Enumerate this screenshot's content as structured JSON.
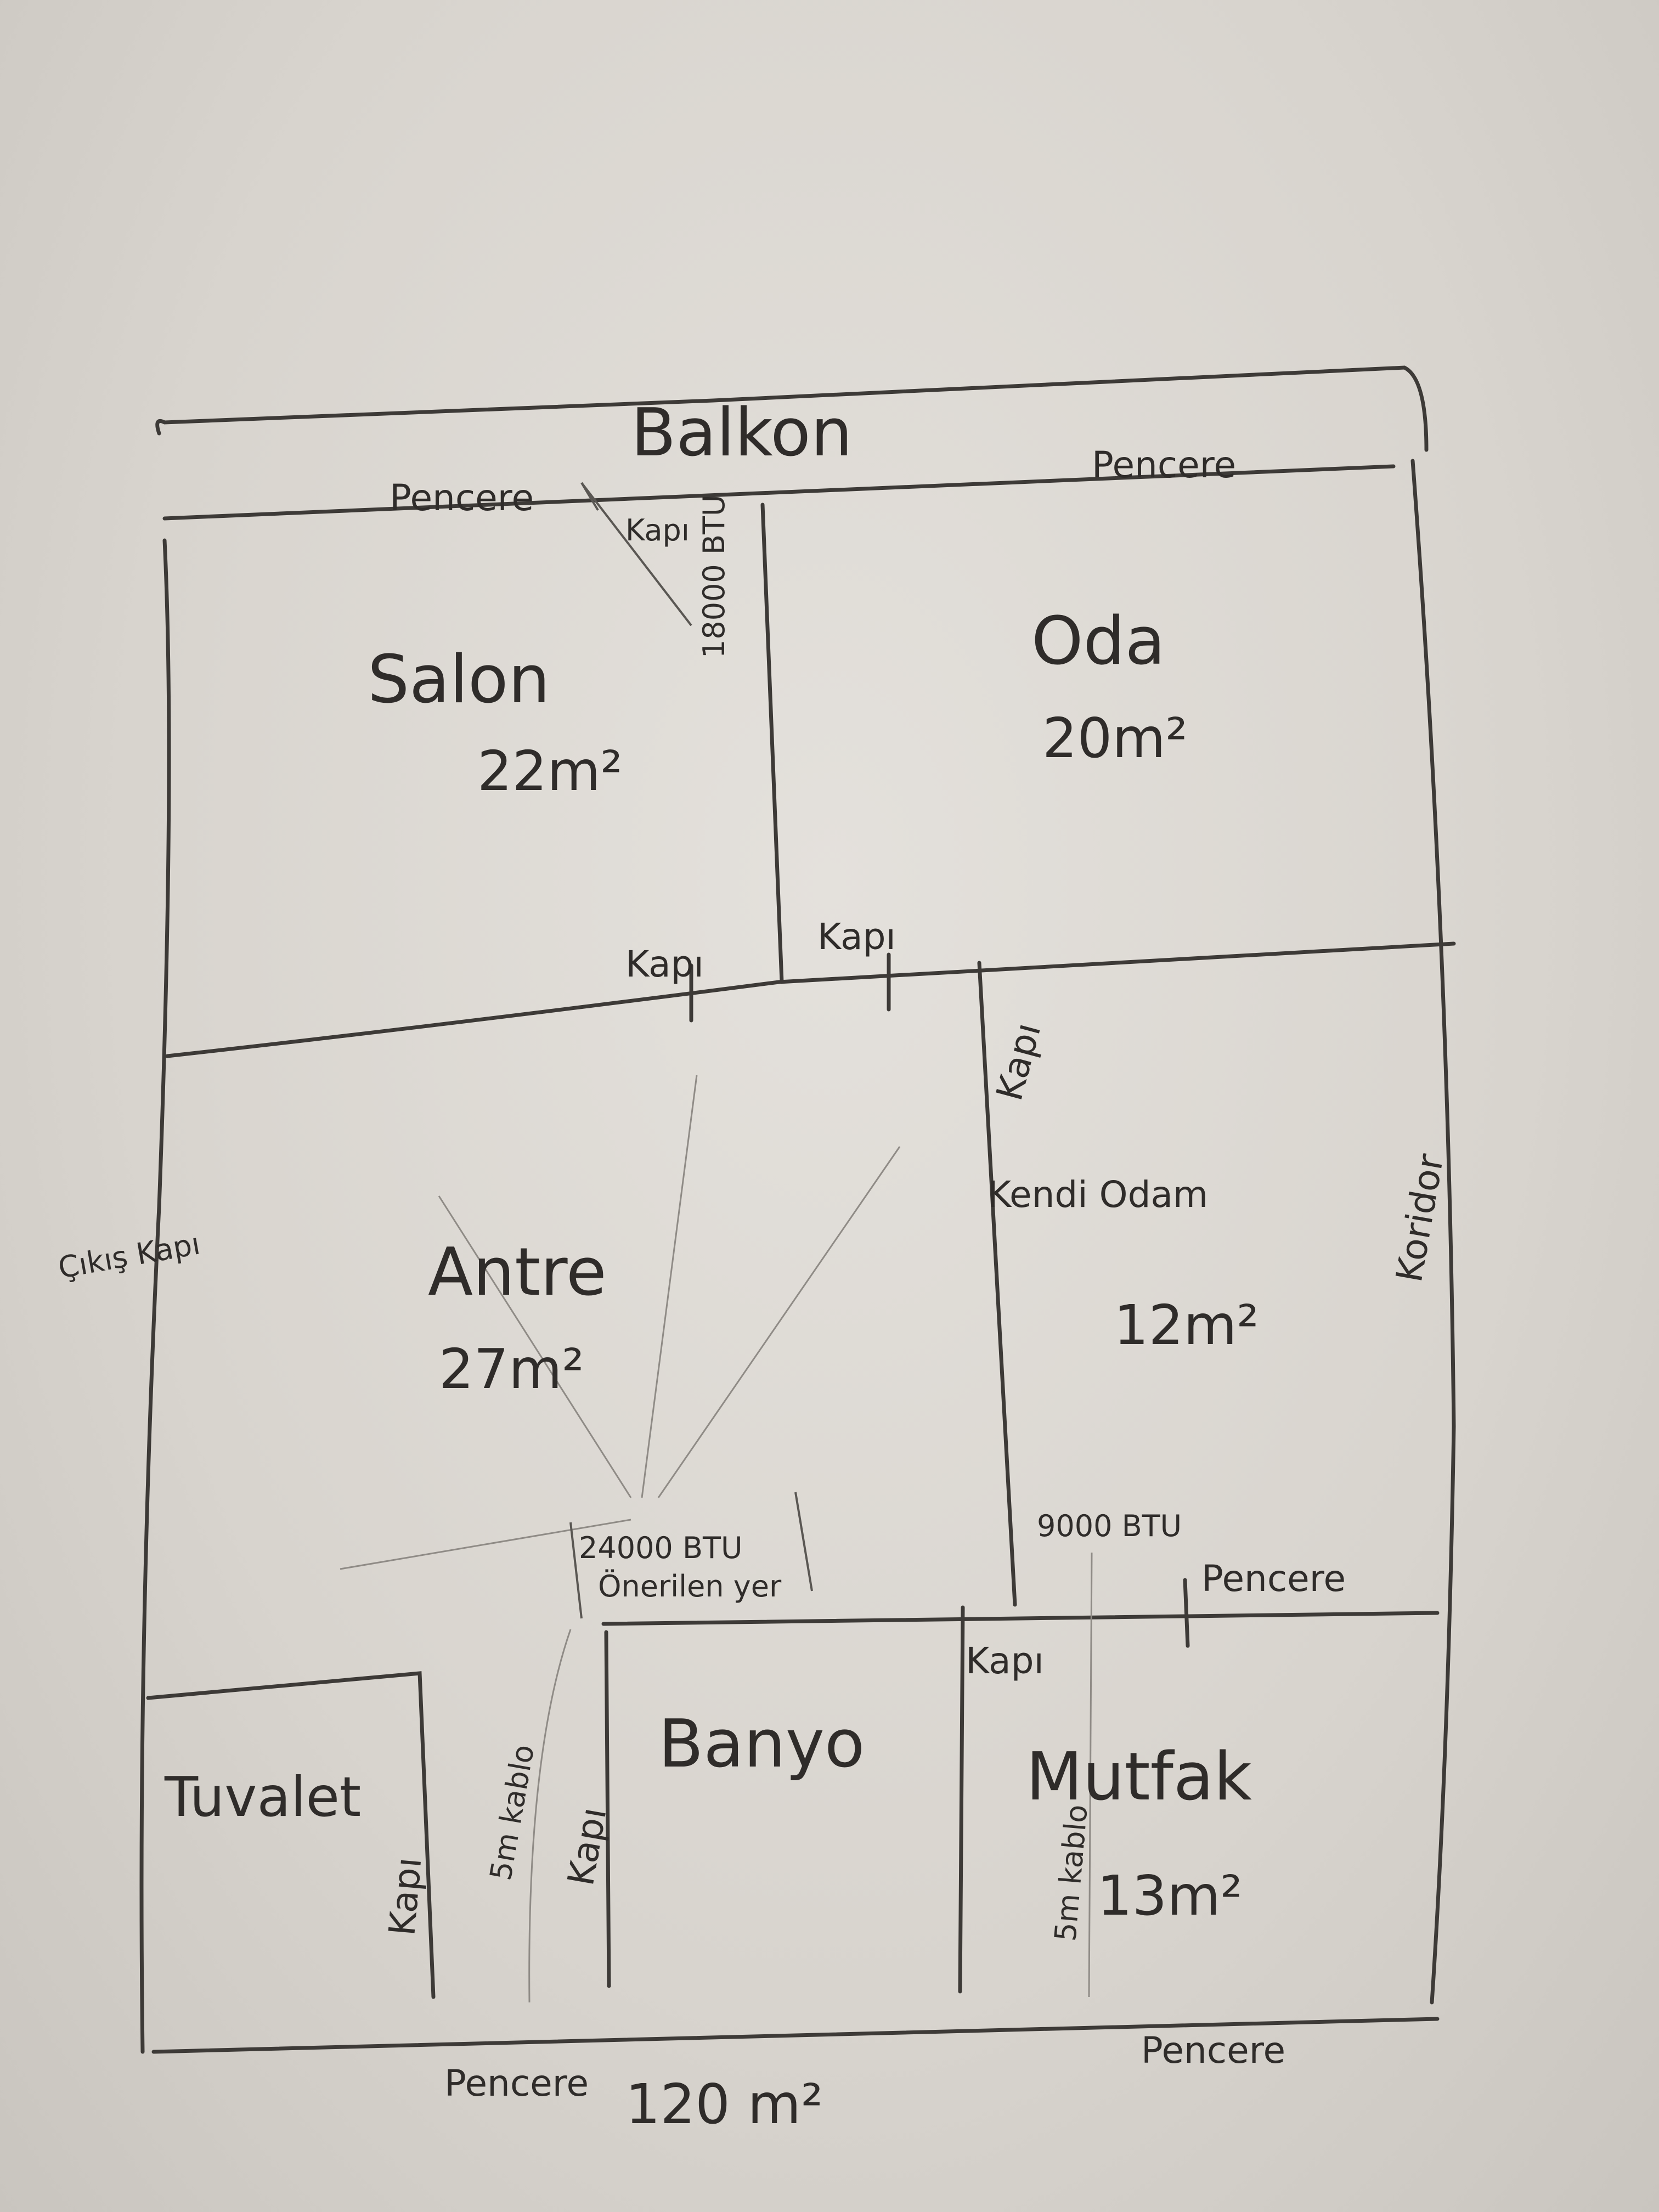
{
  "plan": {
    "total_area": "120 m²",
    "balcony": "Balkon",
    "rooms": {
      "salon": {
        "name": "Salon",
        "area": "22m²"
      },
      "oda": {
        "name": "Oda",
        "area": "20m²"
      },
      "antre": {
        "name": "Antre",
        "area": "27m²"
      },
      "odam": {
        "name": "Kendi Odam",
        "area": "12m²"
      },
      "banyo": {
        "name": "Banyo"
      },
      "tuvalet": {
        "name": "Tuvalet"
      },
      "mutfak": {
        "name": "Mutfak",
        "area": "13m²"
      }
    },
    "corridor": "Koridor",
    "exit_door": "Çıkış Kapı",
    "window": "Pencere",
    "door": "Kapı",
    "ac_salon": "18000 BTU",
    "ac_antre": "24000 BTU",
    "ac_antre_note": "Önerilen yer",
    "ac_odam": "9000 BTU",
    "cable": "5m kablo"
  },
  "colors": {
    "ink": "#3d3a37",
    "paper": "#dcd8d2"
  }
}
